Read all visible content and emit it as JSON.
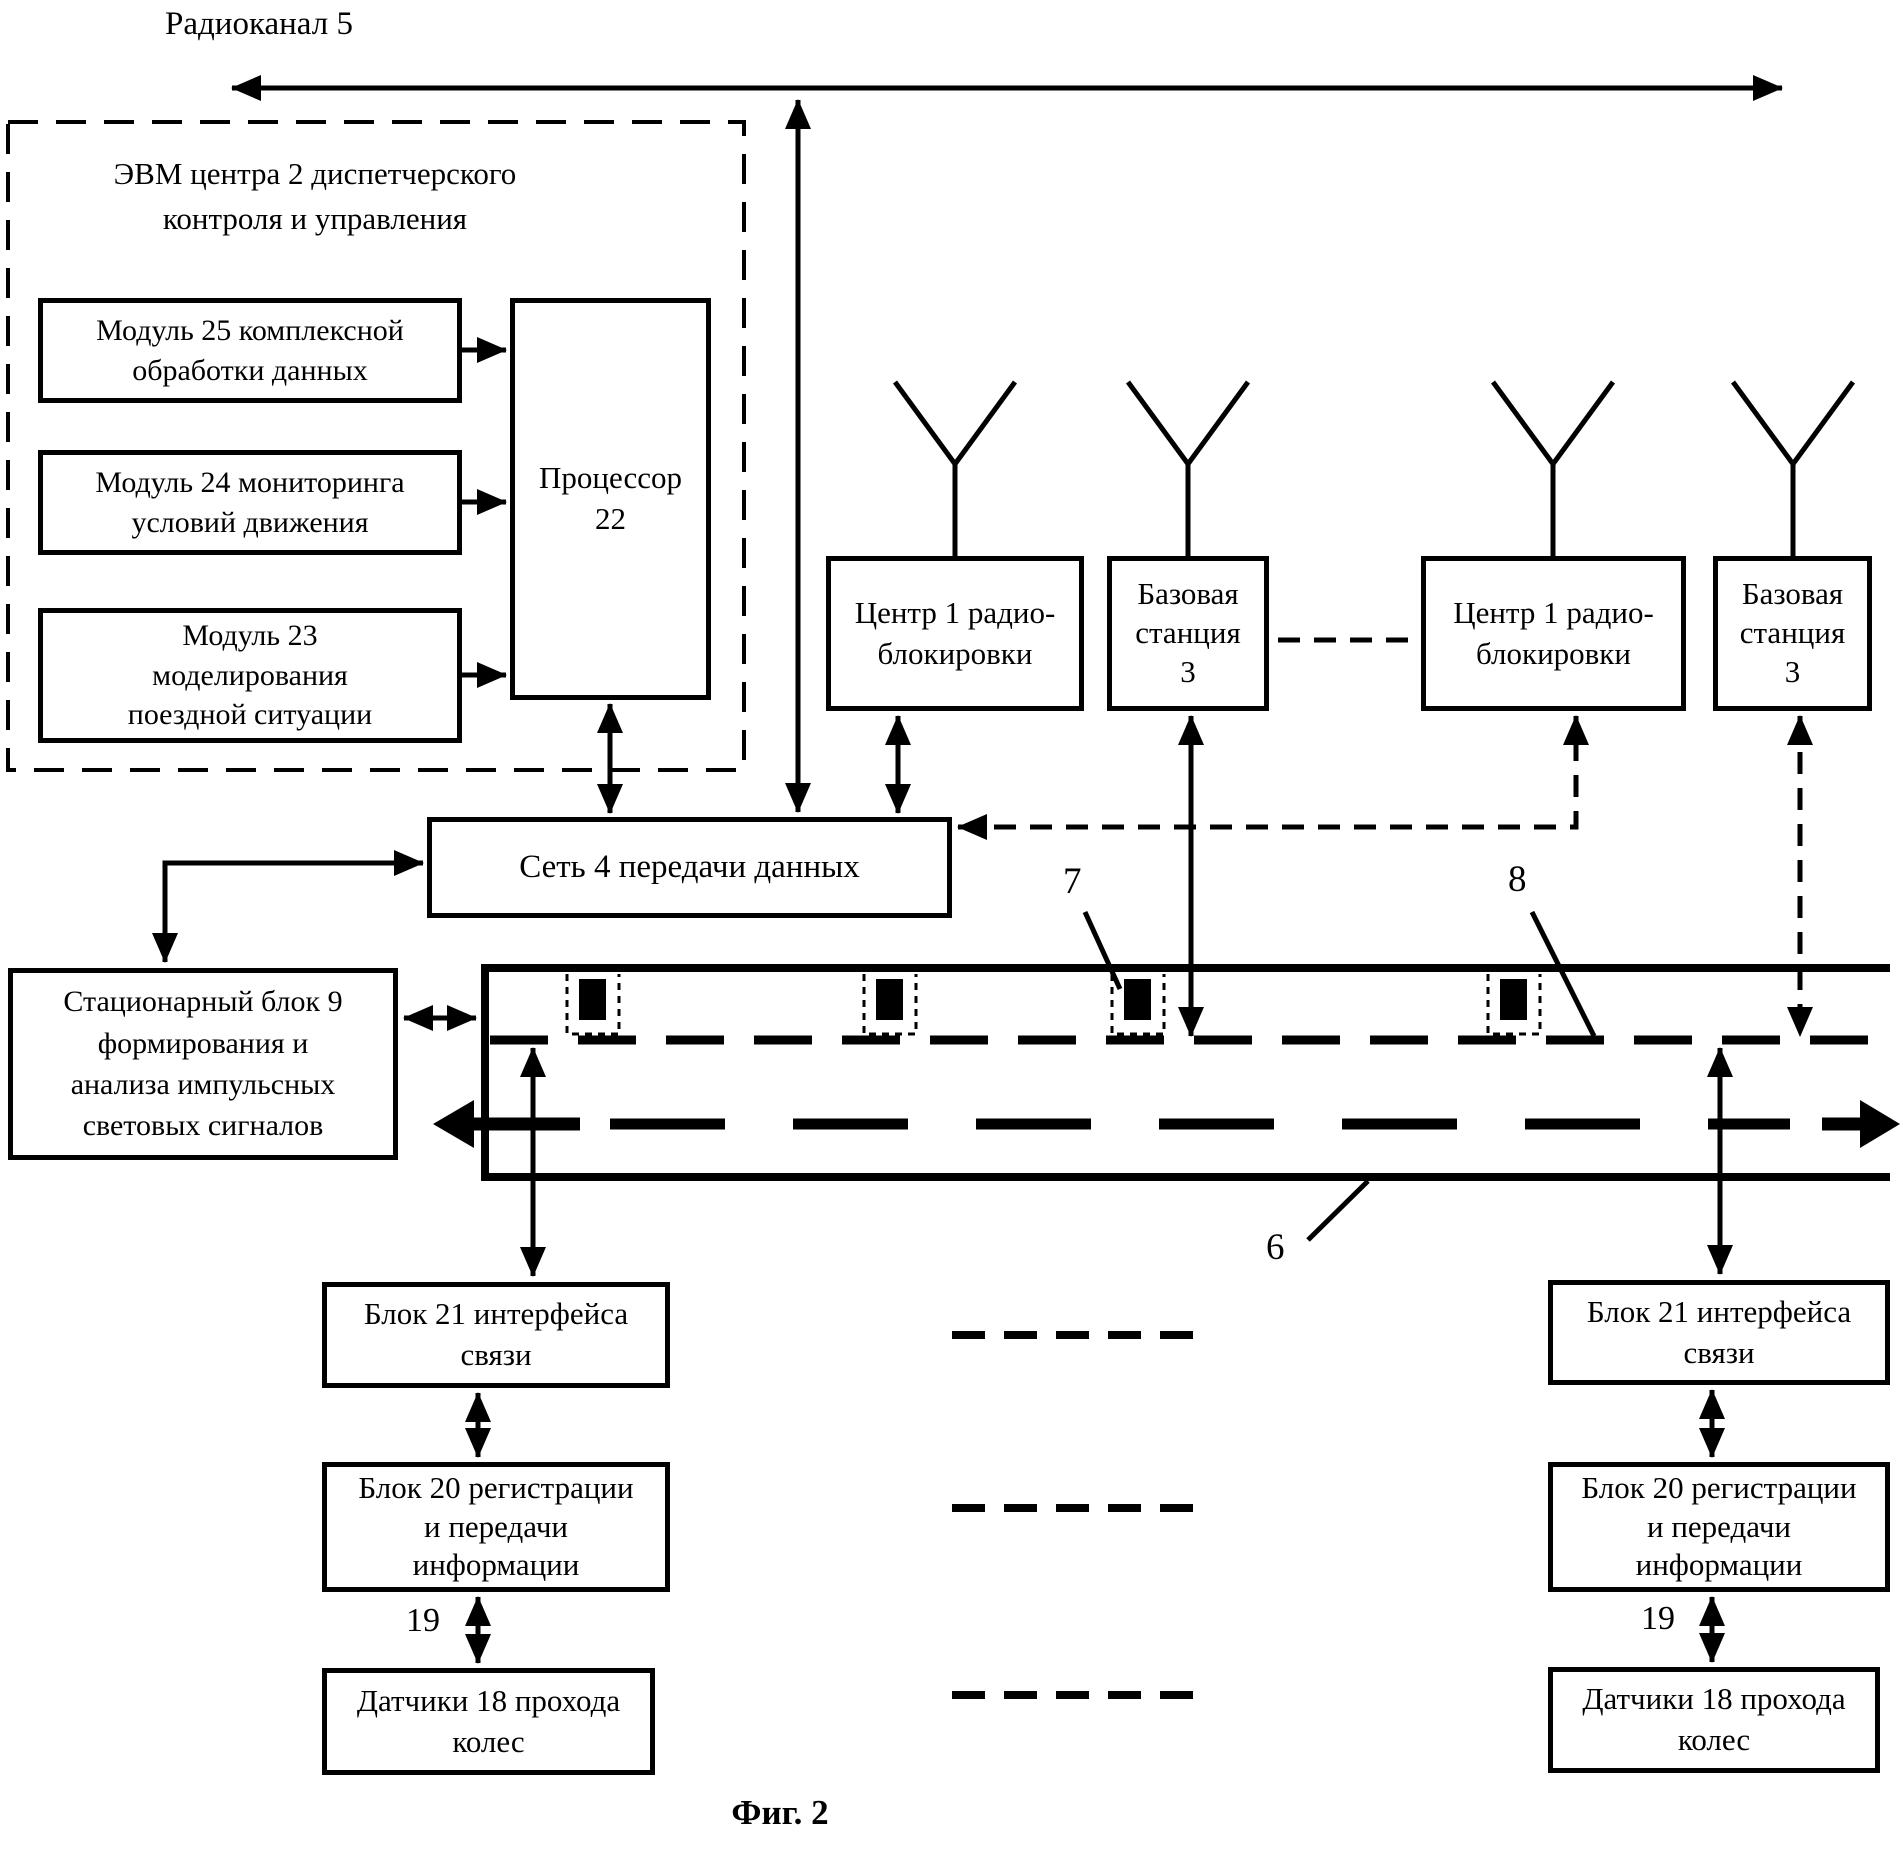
{
  "radio_label": "Радиоканал 5",
  "fig_caption": "Фиг. 2",
  "colors": {
    "ink": "#000000",
    "paper": "#ffffff"
  },
  "evm_box": {
    "title_lines": [
      "ЭВМ центра 2 диспетчерского",
      "контроля и управления"
    ],
    "modules": [
      {
        "lines": [
          "Модуль 25 комплексной",
          "обработки данных"
        ]
      },
      {
        "lines": [
          "Модуль 24 мониторинга",
          "условий движения"
        ]
      },
      {
        "lines": [
          "Модуль 23",
          "моделирования",
          "поездной ситуации"
        ]
      }
    ],
    "processor_lines": [
      "Процессор",
      "22"
    ]
  },
  "network_box": {
    "label": "Сеть 4 передачи данных"
  },
  "stationary_box": {
    "lines": [
      "Стационарный блок 9",
      "формирования и",
      "анализа импульсных",
      "световых сигналов"
    ]
  },
  "radio_group_left": {
    "center_lines": [
      "Центр 1 радио-",
      "блокировки"
    ],
    "base_lines": [
      "Базовая",
      "станция",
      "3"
    ]
  },
  "radio_group_right": {
    "center_lines": [
      "Центр 1 радио-",
      "блокировки"
    ],
    "base_lines": [
      "Базовая",
      "станция",
      "3"
    ]
  },
  "track": {
    "label_6": "6",
    "label_7": "7",
    "label_8": "8"
  },
  "left_chain": {
    "block21_lines": [
      "Блок 21 интерфейса",
      "связи"
    ],
    "block20_lines": [
      "Блок 20 регистрации",
      "и передачи",
      "информации"
    ],
    "sensors_lines": [
      "Датчики 18 прохода",
      "колес"
    ],
    "label_19": "19"
  },
  "right_chain": {
    "block21_lines": [
      "Блок 21 интерфейса",
      "связи"
    ],
    "block20_lines": [
      "Блок 20 регистрации",
      "и передачи",
      "информации"
    ],
    "sensors_lines": [
      "Датчики 18 прохода",
      "колес"
    ],
    "label_19": "19"
  }
}
